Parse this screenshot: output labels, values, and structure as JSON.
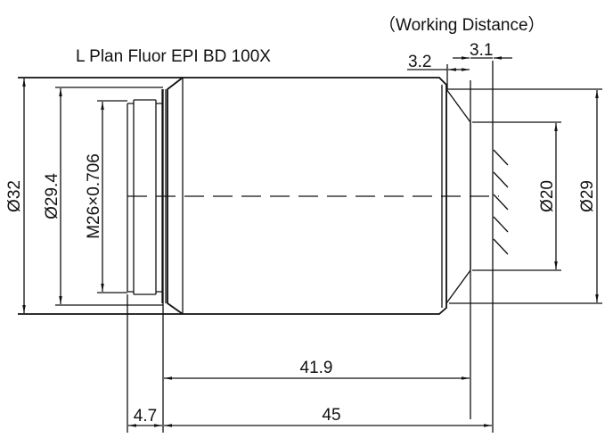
{
  "title": "L Plan Fluor EPI  BD 100X",
  "working_distance_label": "（Working Distance）",
  "dimensions": {
    "outer_diameter": "Ø32",
    "flange_diameter": "Ø29.4",
    "thread": "M26×0.706",
    "front_diameter": "Ø20",
    "front_outer_diameter": "Ø29",
    "front_taper_length": "3.2",
    "working_distance": "3.1",
    "body_length": "41.9",
    "parfocal_length": "45",
    "thread_length": "4.7"
  },
  "colors": {
    "line": "#111111",
    "background": "#ffffff"
  }
}
